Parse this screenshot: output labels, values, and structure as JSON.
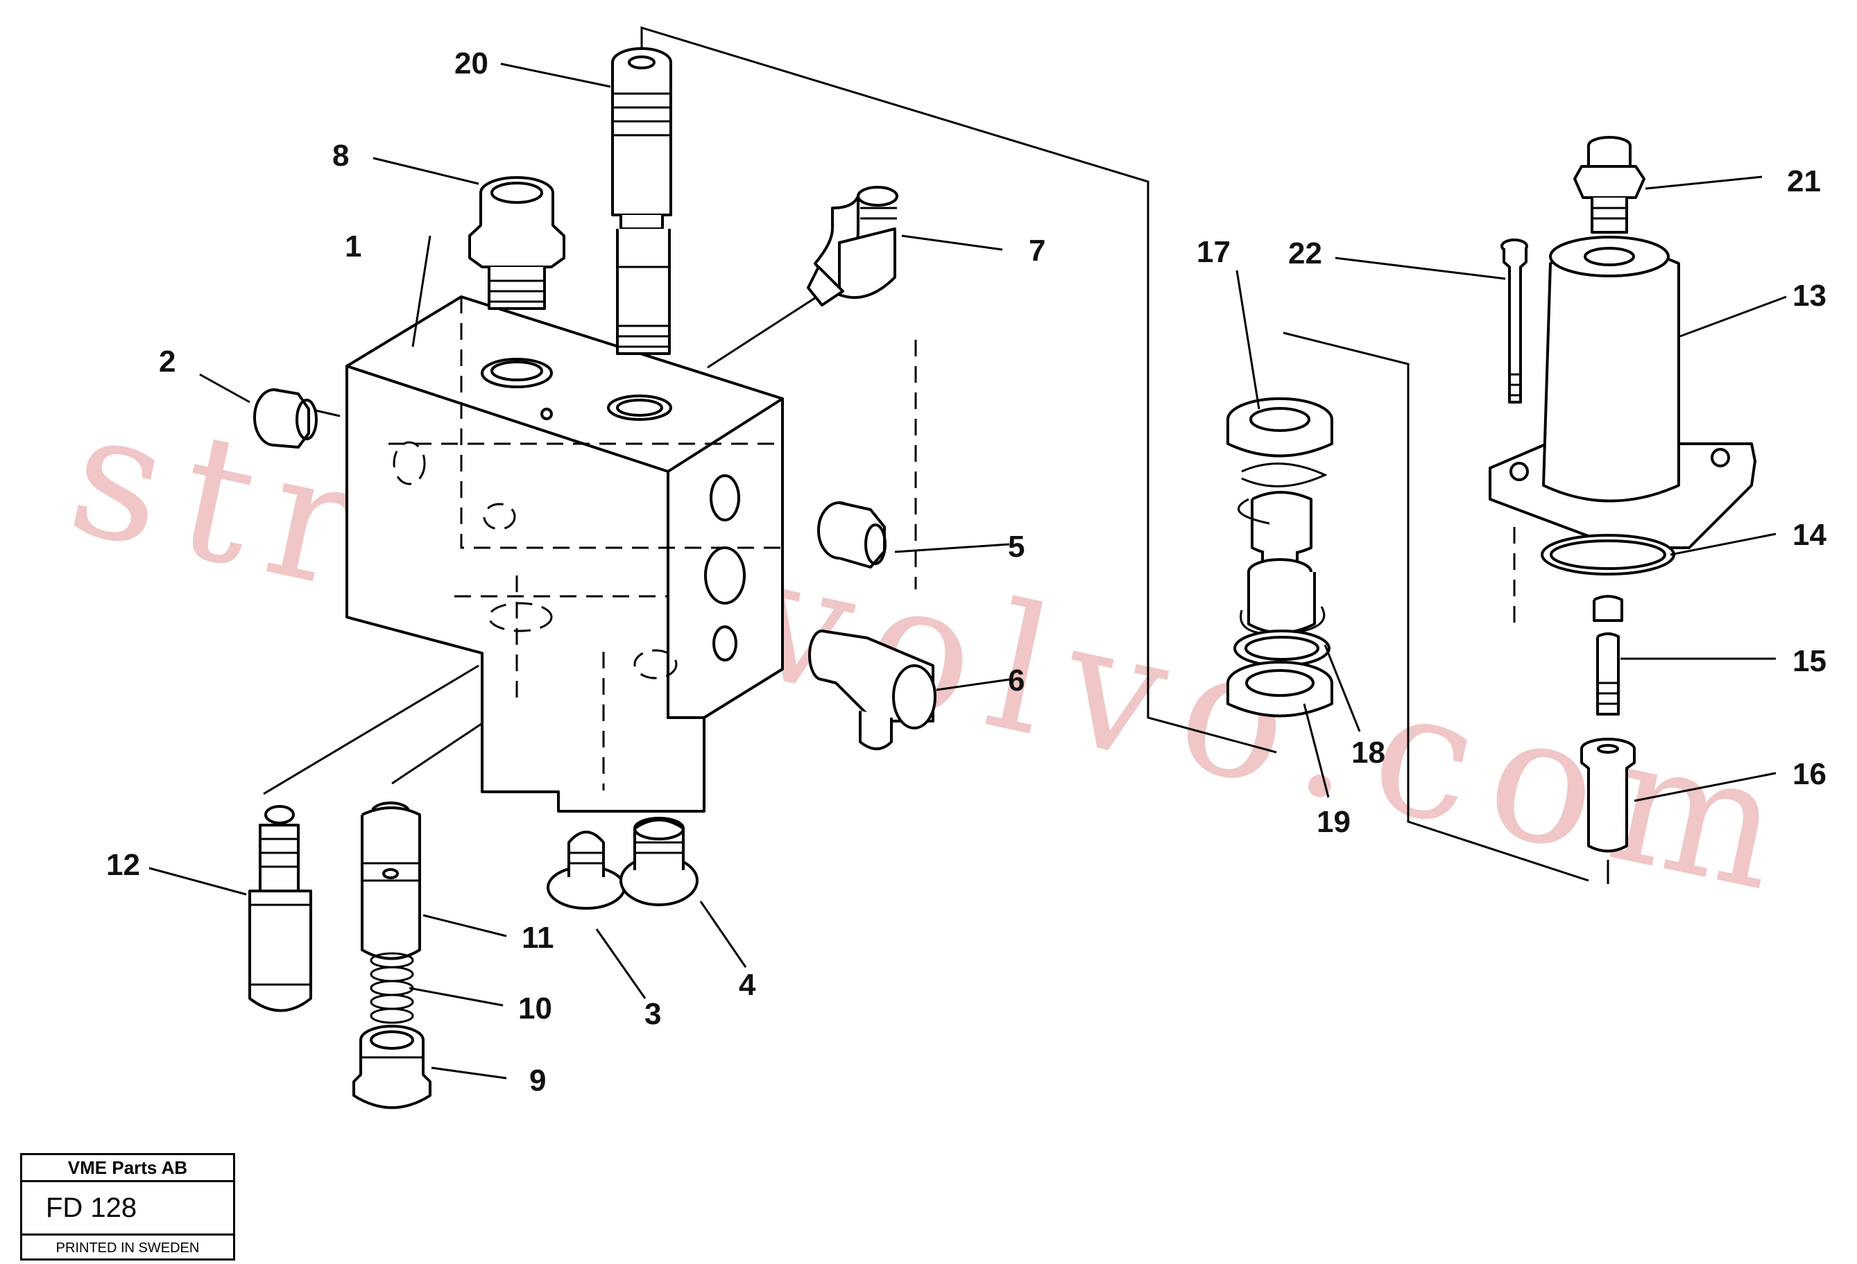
{
  "diagram": {
    "callouts": [
      "1",
      "2",
      "3",
      "4",
      "5",
      "6",
      "7",
      "8",
      "9",
      "10",
      "11",
      "12",
      "13",
      "14",
      "15",
      "16",
      "17",
      "18",
      "19",
      "20",
      "21",
      "22"
    ],
    "watermark": "strongvolvo.com"
  },
  "title_block": {
    "company": "VME Parts AB",
    "code": "FD 128",
    "printed": "PRINTED IN SWEDEN"
  }
}
